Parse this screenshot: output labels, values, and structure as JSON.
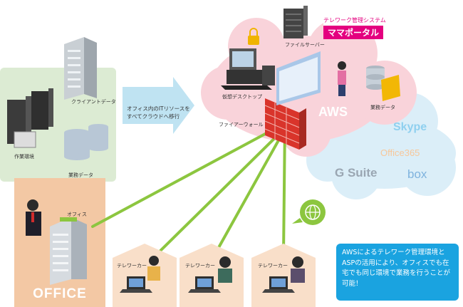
{
  "labels": {
    "client_data": "クライアントデータ",
    "work_env": "作業環境",
    "business_data_left": "業務データ",
    "office_small": "オフィス",
    "office_big": "OFFICE",
    "arrow_text": "オフィス内のITリソースをすべてクラウドへ移行",
    "file_server": "ファイルサーバー",
    "virtual_desktop": "仮想デスクトップ",
    "firewall": "ファイアーウォール",
    "business_data_cloud": "業務データ",
    "aws": "AWS",
    "teleworker_1": "テレワーカー",
    "teleworker_2": "テレワーカー",
    "teleworker_3": "テレワーカー"
  },
  "portal": {
    "subtitle": "テレワーク管理システム",
    "title": "ママポータル"
  },
  "services": {
    "skype": "Skype",
    "office365": "Office365",
    "gsuite": "G Suite",
    "box": "box"
  },
  "info_text": "AWSによるテレワーク管理環境とASPの活用により、オフィスでも在宅でも同じ環境で業務を行うことが可能！",
  "colors": {
    "green_panel": "#dcebd3",
    "office_panel": "#f3c8a4",
    "aws_cloud": "#f9d3da",
    "saas_cloud": "#dbeef8",
    "link_green": "#8cc63f",
    "accent_pink": "#e4007f",
    "info_blue": "#1aa3e0",
    "arrow_blue": "#bfe3f2"
  }
}
